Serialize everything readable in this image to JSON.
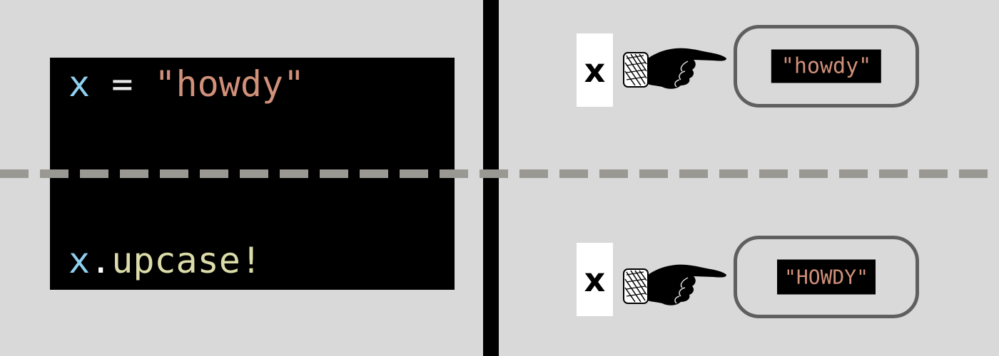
{
  "code": {
    "line1": {
      "var": "x",
      "op": " = ",
      "str": "\"howdy\""
    },
    "line2": {
      "var": "x",
      "dot": ".",
      "method": "upcase!"
    }
  },
  "before": {
    "var_name": "x",
    "value": "\"howdy\""
  },
  "after": {
    "var_name": "x",
    "value": "\"HOWDY\""
  },
  "colors": {
    "background": "#d9d9d9",
    "code_background": "#000000",
    "variable": "#8fd0f0",
    "string": "#d0907a",
    "method": "#dcdcaa",
    "bubble_border": "#5f5f5f",
    "divider_dash": "#9a9892"
  },
  "icons": [
    "pointing-hand-icon"
  ]
}
